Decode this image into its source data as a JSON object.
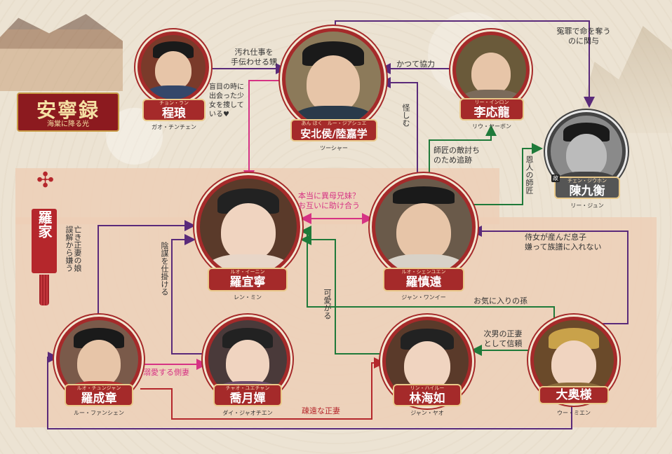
{
  "logo": {
    "title": "安寧録",
    "subtitle": "海棠に降る光"
  },
  "family_label": "羅家",
  "colors": {
    "purple": "#5a2a7a",
    "pink": "#d63384",
    "green": "#1f7a3a",
    "red": "#b5272c",
    "portrait_border": "#a52a2a"
  },
  "characters": {
    "cheng_lang": {
      "ruby": "チョン・ラン",
      "name": "程琅",
      "actor": "ガオ・チンチェン"
    },
    "an_beihou": {
      "ruby_left": "あん ほく",
      "ruby_right": "ルー・ジアシュエ",
      "name": "安北侯/陸嘉学",
      "actor": "ツーシャー"
    },
    "li_yinglong": {
      "ruby": "リー・インロン",
      "name": "李応龍",
      "actor": "リウ・ヤーボン"
    },
    "chen_jiuheng": {
      "ruby": "チェン・ジウホン",
      "name": "陳九衡",
      "actor": "リー・ジュン",
      "deceased_mark": "故"
    },
    "luo_yining": {
      "ruby": "ルオ・イーニン",
      "name": "羅宜寧",
      "actor": "レン・ミン"
    },
    "luo_shenyuan": {
      "ruby": "ルオ・シェンユエン",
      "name": "羅慎遠",
      "actor": "ジャン・ワンイー"
    },
    "luo_chengzhang": {
      "ruby": "ルオ・チュンジャン",
      "name": "羅成章",
      "actor": "ルー・ファンシェン"
    },
    "qiao_yuechan": {
      "ruby": "チャオ・ユエチャン",
      "name": "喬月嬋",
      "actor": "ダイ・ジャオチエン"
    },
    "lin_haiyu": {
      "ruby": "リン・ハイルー",
      "name": "林海如",
      "actor": "ジャン・ヤオ"
    },
    "ooku_sama": {
      "name": "大奥様",
      "actor": "ウー・ミエン"
    }
  },
  "relations": {
    "cheng_an": "汚れ仕事を\n手伝わせる甥",
    "li_an": "かつて協力",
    "an_chen": "冤罪で命を奪う\nのに関与",
    "an_yining": "盲目の時に出会った少女を捜している♥",
    "shenyuan_an": "怪しむ",
    "shenyuan_li": "師匠の敵討ち\nのため追跡",
    "shenyuan_chen": "恩人の師匠",
    "yining_shenyuan": "本当に異母兄妹？\nお互いに助け合う",
    "ooku_shenyuan": "侍女が産んだ息子\n嫌って族譜に入れない",
    "chengzhang_yining": "亡き正妻の娘\n誤解から嫌う",
    "qiao_yining": "陰謀を仕掛ける",
    "lin_yining": "可愛がる",
    "ooku_yining": "お気に入りの孫",
    "ooku_lin": "次男の正妻\nとして信頼",
    "chengzhang_qiao": "溺愛する側妻",
    "chengzhang_lin": "疎遠な正妻"
  }
}
